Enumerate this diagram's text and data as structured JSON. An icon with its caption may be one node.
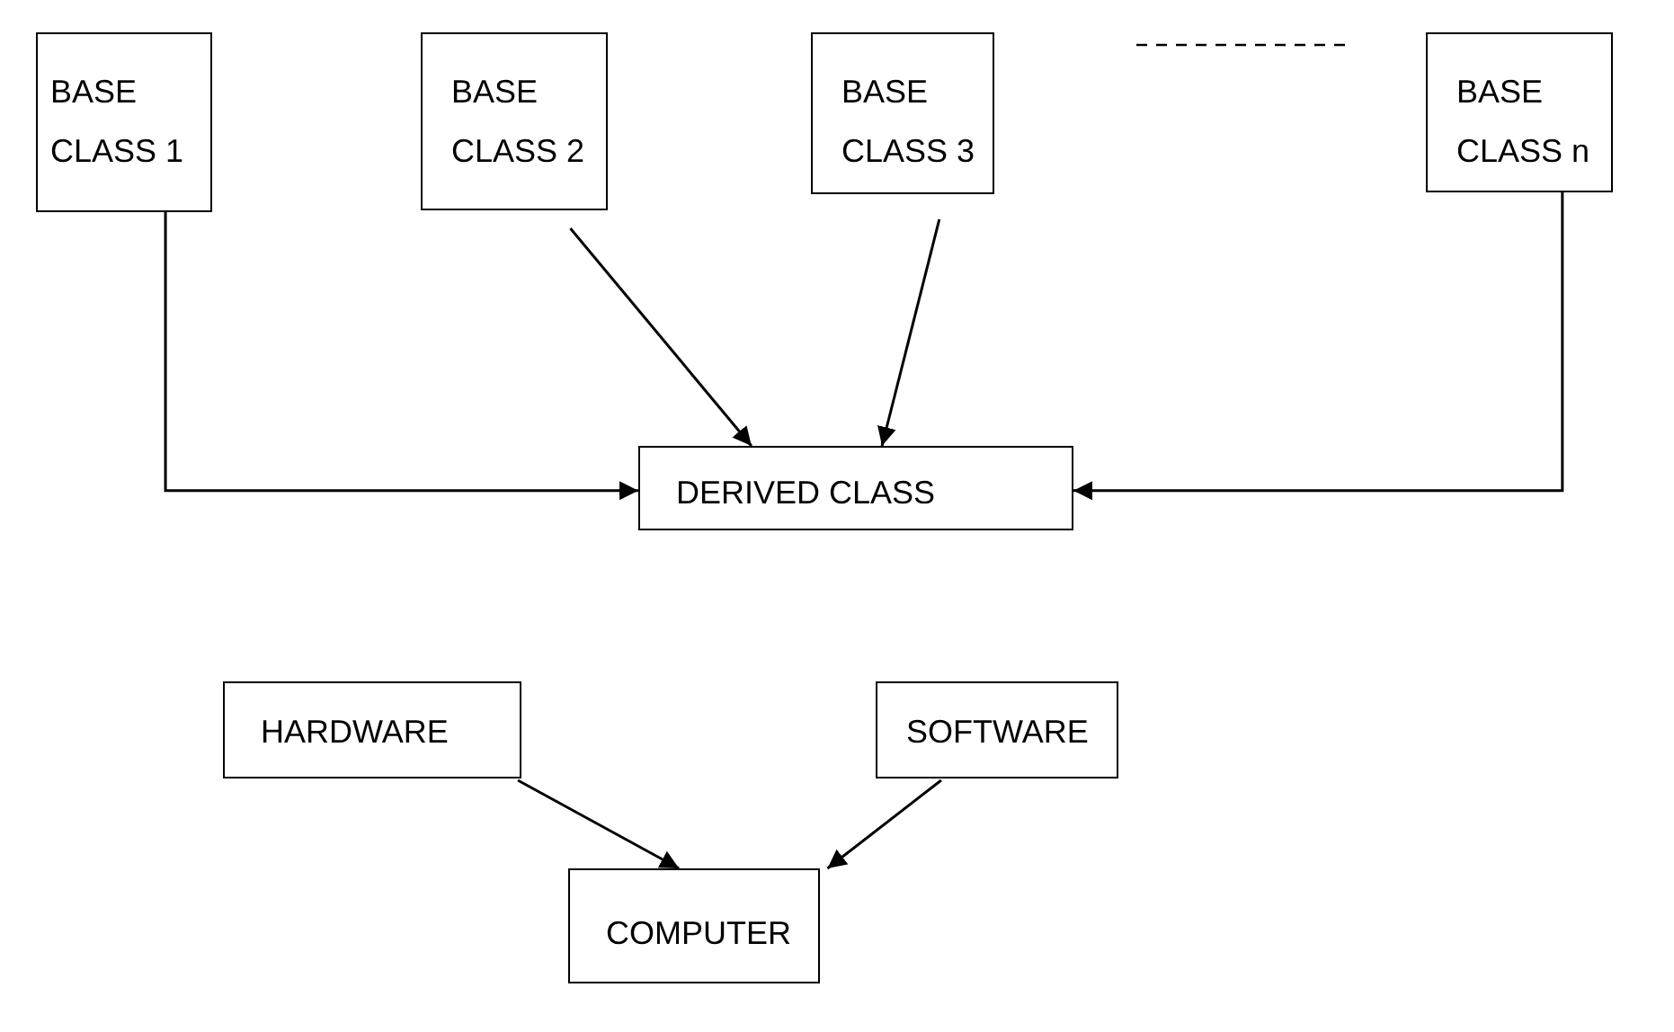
{
  "diagram": {
    "nodes": [
      {
        "text": [
          "BASE CLASS 1"
        ]
      },
      {
        "text": [
          "BASE CLASS 2"
        ]
      },
      {
        "text": [
          "BASE CLASS 3"
        ]
      },
      {
        "text": [
          "BASE CLASS n"
        ]
      },
      {
        "text": [
          "DERIVED CLASS"
        ]
      },
      {
        "text": [
          "HARDWARE"
        ]
      },
      {
        "text": [
          "SOFTWARE"
        ]
      },
      {
        "text": [
          "COMPUTER"
        ]
      }
    ],
    "edges": [
      {
        "from": 0,
        "to": 4,
        "arrow": "to"
      },
      {
        "from": 1,
        "to": 4,
        "arrow": "to"
      },
      {
        "from": 2,
        "to": 4,
        "arrow": "to"
      },
      {
        "from": 3,
        "to": 4,
        "arrow": "to"
      },
      {
        "from": 5,
        "to": 7,
        "arrow": "to"
      },
      {
        "from": 6,
        "to": 7,
        "arrow": "to"
      }
    ]
  }
}
